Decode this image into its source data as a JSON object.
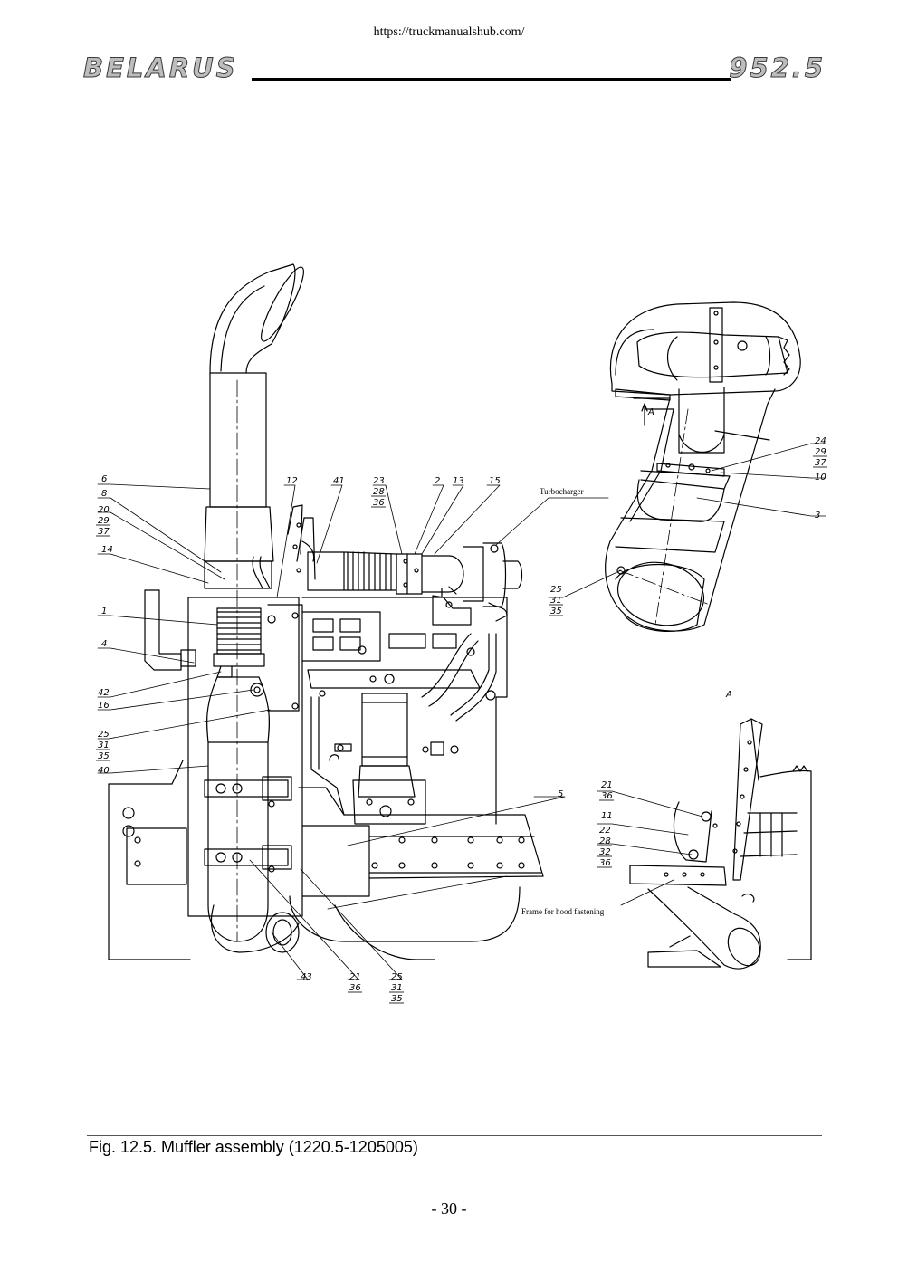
{
  "header": {
    "url": "https://truckmanualshub.com/",
    "brand_left": "BELARUS",
    "brand_right": "952.5"
  },
  "figure": {
    "callouts": {
      "c6": "6",
      "c8": "8",
      "c20": "20",
      "c29a": "29",
      "c37a": "37",
      "c14": "14",
      "c1": "1",
      "c4": "4",
      "c42": "42",
      "c16": "16",
      "c25a": "25",
      "c31a": "31",
      "c35a": "35",
      "c40": "40",
      "c12": "12",
      "c41": "41",
      "c23": "23",
      "c28a": "28",
      "c36a": "36",
      "c2": "2",
      "c13": "13",
      "c15": "15",
      "c24": "24",
      "c29b": "29",
      "c37b": "37",
      "c10": "10",
      "c3": "3",
      "c25b": "25",
      "c31b": "31",
      "c35b": "35",
      "c5": "5",
      "c43": "43",
      "c21a": "21",
      "c36b": "36",
      "c25c": "25",
      "c31c": "31",
      "c35c": "35",
      "cA1": "A",
      "cA2": "A",
      "c21b": "21",
      "c36c": "36",
      "c11": "11",
      "c22": "22",
      "c28b": "28",
      "c32": "32",
      "c36d": "36"
    },
    "notes": {
      "turbocharger": "Turbocharger",
      "hood_frame": "Frame for hood fastening"
    }
  },
  "caption": "Fig. 12.5. Muffler assembly (1220.5-1205005)",
  "page_number": "- 30 -"
}
